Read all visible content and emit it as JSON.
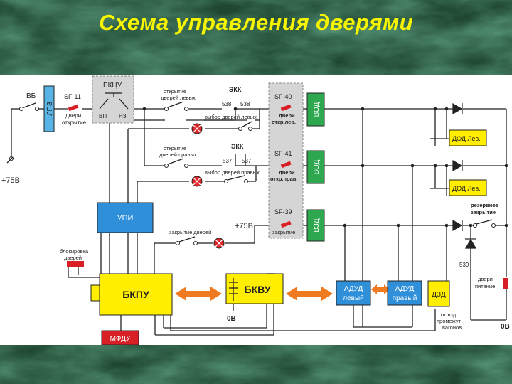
{
  "slide": {
    "title": "Схема управления дверями"
  },
  "diagram": {
    "labels": {
      "vb": "ВБ",
      "sf11": "SF-11",
      "sf11_sub1": "двери",
      "sf11_sub2": "открытие",
      "lpz": "ЛПЗ",
      "bkcu": "БКЦУ",
      "vp": "ВП",
      "nz": "НЗ",
      "plus75_left": "+75В",
      "open_left1": "открытие",
      "open_left2": "дверей левых",
      "ekk_top": "ЭКК",
      "n538a": "538",
      "n538b": "538",
      "select_left": "выбор дверей левых",
      "open_right1": "открытие",
      "open_right2": "дверей правых",
      "ekk_mid": "ЭКК",
      "n537a": "537",
      "n537b": "537",
      "select_right": "выбор дверей правых",
      "sf40": "SF-40",
      "sf40_sub1": "двери",
      "sf40_sub2": "откр.лев.",
      "sf41": "SF-41",
      "sf41_sub1": "двери",
      "sf41_sub2": "откр.прав.",
      "sf39": "SF-39",
      "sf39_sub": "закрытие",
      "plus75_mid": "+75В",
      "vod1": "ВОД",
      "vod2": "ВОД",
      "vzd": "ВЗД",
      "dod1": "ДОД Лев.",
      "dod2": "ДОД Лев.",
      "reserve1": "резервное",
      "reserve2": "закрытие",
      "upi": "УПИ",
      "close_doors": "закрытие дверей",
      "block1": "блокировка",
      "block2": "дверей",
      "bkpu": "БКПУ",
      "bkvu": "БКВУ",
      "zero_mid": "0В",
      "adud_l1": "АДУД",
      "adud_l2": "левый",
      "adud_r1": "АДУД",
      "adud_r2": "правый",
      "dzd": "ДЗД",
      "n539": "539",
      "from_vzd1": "от взд",
      "from_vzd2": "промежут",
      "from_vzd3": "вагонов",
      "doors_power1": "двери",
      "doors_power2": "питание",
      "zero_right": "0В",
      "mfdu": "МФДУ"
    },
    "colors": {
      "title": "#f7f400",
      "wire": "#222222",
      "yellow_block": "#ffee00",
      "blue_block": "#2f8fd8",
      "green_block": "#2ea84f",
      "red_block": "#d91f26",
      "orange_arrow": "#f07a20",
      "lamp": "#e0262a",
      "lpz_block": "#59b4e6",
      "dashed_box": "#d5d5d5"
    }
  }
}
